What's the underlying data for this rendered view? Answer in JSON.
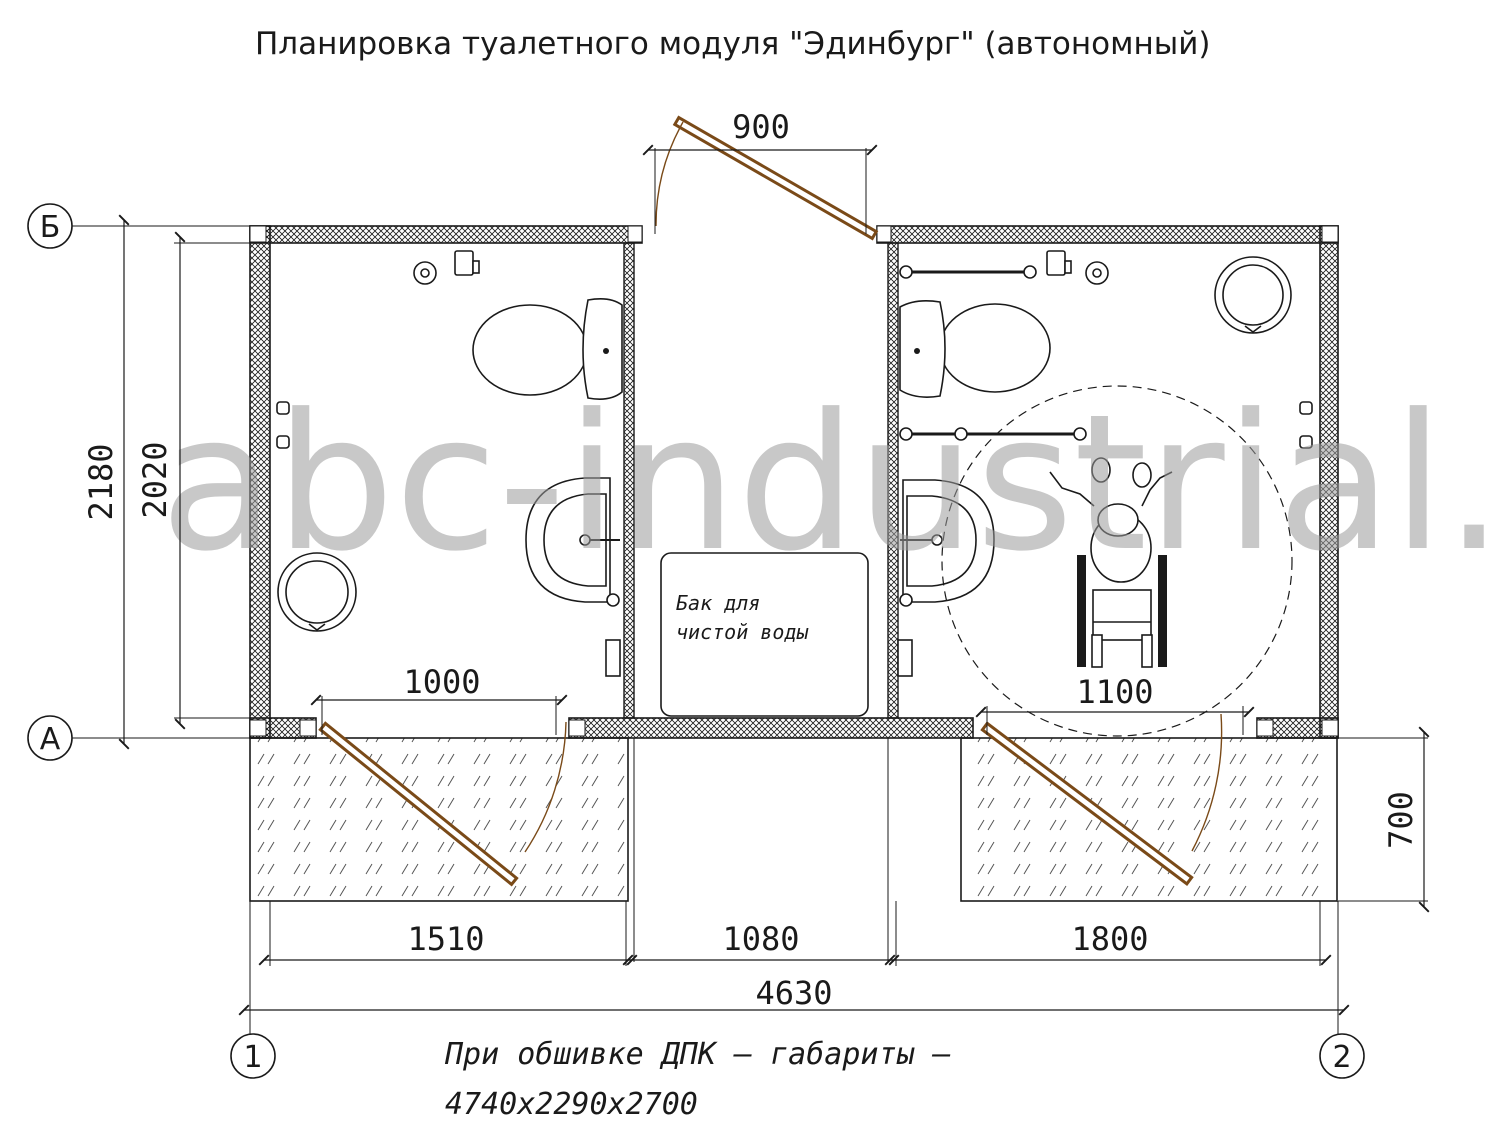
{
  "title": "Планировка туалетного модуля \"Эдинбург\" (автономный)",
  "watermark": "abc-industrial.ru",
  "tank_label": [
    "Бак для",
    "чистой воды"
  ],
  "dimensions": {
    "entrance_door": "900",
    "left_door": "1000",
    "right_door": "1100",
    "outer_height": "2180",
    "inner_height": "2020",
    "porch_depth": "700",
    "left_room_width": "1510",
    "middle_room_width": "1080",
    "right_room_width": "1800",
    "total_width": "4630"
  },
  "axes": {
    "row_top": "Б",
    "row_bottom": "А",
    "col_left": "1",
    "col_right": "2"
  },
  "note": [
    "При обшивке ДПК – габариты –",
    "4740х2290х2700"
  ],
  "colors": {
    "lines": "#1a1a1a",
    "door": "#7a4a18",
    "watermark": "#9a9a9a"
  }
}
